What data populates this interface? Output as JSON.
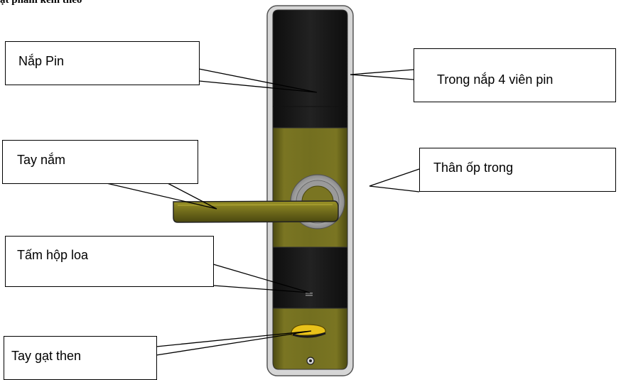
{
  "header": {
    "text": "ật phẩm kèm theo"
  },
  "callouts": {
    "battery_cover": "Nắp Pin",
    "battery_inside": "Trong nắp 4 viên pin",
    "handle": "Tay nắm",
    "inner_body": "Thân ốp trong",
    "speaker_plate": "Tấm hộp loa",
    "bolt_lever": "Tay gạt then"
  },
  "colors": {
    "panel_black": "#1b1b1b",
    "panel_olive": "#6e6a1e",
    "lever_yellow": "#e8c21a",
    "frame": "#555555"
  }
}
